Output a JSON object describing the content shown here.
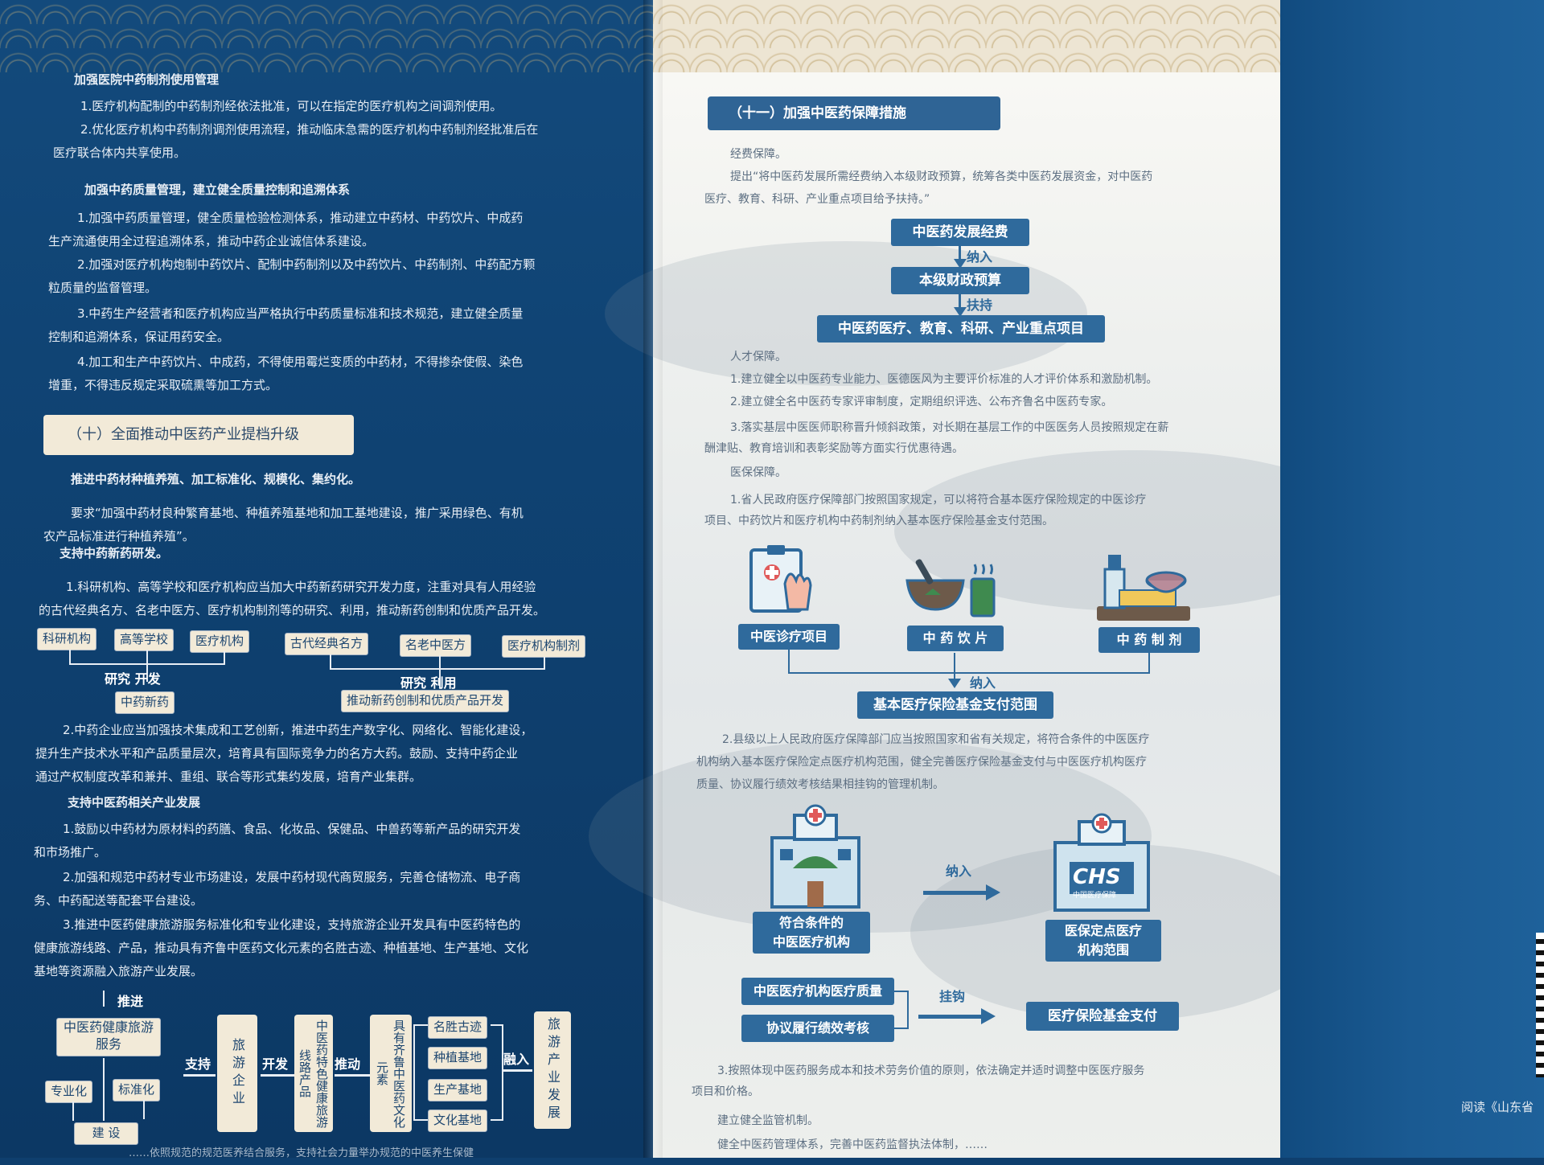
{
  "left": {
    "h_prep": "加强医院中药制剂使用管理",
    "prep_1": "1.医疗机构配制的中药制剂经依法批准，可以在指定的医疗机构之间调剂使用。",
    "prep_2a": "2.优化医疗机构中药制剂调剂使用流程，推动临床急需的医疗机构中药制剂经批准后在",
    "prep_2b": "医疗联合体内共享使用。",
    "h_quality": "加强中药质量管理，建立健全质量控制和追溯体系",
    "q_1a": "1.加强中药质量管理，健全质量检验检测体系，推动建立中药材、中药饮片、中成药",
    "q_1b": "生产流通使用全过程追溯体系，推动中药企业诚信体系建设。",
    "q_2a": "2.加强对医疗机构炮制中药饮片、配制中药制剂以及中药饮片、中药制剂、中药配方颗",
    "q_2b": "粒质量的监督管理。",
    "q_3a": "3.中药生产经营者和医疗机构应当严格执行中药质量标准和技术规范，建立健全质量",
    "q_3b": "控制和追溯体系，保证用药安全。",
    "q_4a": "4.加工和生产中药饮片、中成药，不得使用霉烂变质的中药材，不得掺杂使假、染色",
    "q_4b": "增重，不得违反规定采取硫熏等加工方式。",
    "banner": "（十）全面推动中医药产业提档升级",
    "h_cultivate": "推进中药材种植养殖、加工标准化、规模化、集约化。",
    "c_1a": "要求“加强中药材良种繁育基地、种植养殖基地和加工基地建设，推广采用绿色、有机",
    "c_1b": "农产品标准进行种植养殖”。",
    "h_newdrug": "支持中药新药研发。",
    "n_1a": "1.科研机构、高等学校和医疗机构应当加大中药新药研究开发力度，注重对具有人用经验",
    "n_1b": "的古代经典名方、名老中医方、医疗机构制剂等的研究、利用，推动新药创制和优质产品开发。",
    "d1_tags": [
      "科研机构",
      "高等学校",
      "医疗机构"
    ],
    "d1_label": "研究  开发",
    "d1_result": "中药新药",
    "d2_tags": [
      "古代经典名方",
      "名老中医方",
      "医疗机构制剂"
    ],
    "d2_label": "研究  利用",
    "d2_result": "推动新药创制和优质产品开发",
    "n_2a": "2.中药企业应当加强技术集成和工艺创新，推进中药生产数字化、网络化、智能化建设，",
    "n_2b": "提升生产技术水平和产品质量层次，培育具有国际竞争力的名方大药。鼓励、支持中药企业",
    "n_2c": "通过产权制度改革和兼并、重组、联合等形式集约发展，培育产业集群。",
    "h_industry": "支持中医药相关产业发展",
    "i_1a": "1.鼓励以中药材为原材料的药膳、食品、化妆品、保健品、中兽药等新产品的研究开发",
    "i_1b": "和市场推广。",
    "i_2a": "2.加强和规范中药材专业市场建设，发展中药材现代商贸服务，完善仓储物流、电子商",
    "i_2b": "务、中药配送等配套平台建设。",
    "i_3a": "3.推进中医药健康旅游服务标准化和专业化建设，支持旅游企业开发具有中医药特色的",
    "i_3b": "健康旅游线路、产品，推动具有齐鲁中医药文化元素的名胜古迹、种植基地、生产基地、文化",
    "i_3c": "基地等资源融入旅游产业发展。",
    "d3_push": "推进",
    "d3_service": "中医药健康旅游服务",
    "d3_pro": "专业化",
    "d3_std": "标准化",
    "d3_build": "建  设",
    "d3_support": "支持",
    "d3_enterprise": "旅游企业",
    "d3_develop": "开发",
    "d3_product": "中医药特色健康旅游线路产品",
    "d3_drive": "推动",
    "d3_culture": "具有齐鲁中医药文化元素",
    "d3_sites": [
      "名胜古迹",
      "种植基地",
      "生产基地",
      "文化基地"
    ],
    "d3_merge": "融入",
    "d3_final": "旅游产业发展",
    "bottom_cut": "……依照规范的规范医养结合服务，支持社会力量举办规范的中医养生保健"
  },
  "mid": {
    "banner": "（十一）加强中医药保障措施",
    "h_fund": "经费保障。",
    "f_1a": "提出“将中医药发展所需经费纳入本级财政预算，统筹各类中医药发展资金，对中医药",
    "f_1b": "医疗、教育、科研、产业重点项目给予扶持。”",
    "flow_1": "中医药发展经费",
    "flow_lbl1": "纳入",
    "flow_2": "本级财政预算",
    "flow_lbl2": "扶持",
    "flow_3": "中医药医疗、教育、科研、产业重点项目",
    "h_talent": "人才保障。",
    "t_1": "1.建立健全以中医药专业能力、医德医风为主要评价标准的人才评价体系和激励机制。",
    "t_2": "2.建立健全名中医药专家评审制度，定期组织评选、公布齐鲁名中医药专家。",
    "t_3a": "3.落实基层中医医师职称晋升倾斜政策，对长期在基层工作的中医医务人员按照规定在薪",
    "t_3b": "酬津贴、教育培训和表彰奖励等方面实行优惠待遇。",
    "h_insurance": "医保保障。",
    "ins_1a": "1.省人民政府医疗保障部门按照国家规定，可以将符合基本医疗保险规定的中医诊疗",
    "ins_1b": "项目、中药饮片和医疗机构中药制剂纳入基本医疗保险基金支付范围。",
    "ic_1": "中医诊疗项目",
    "ic_2": "中 药 饮 片",
    "ic_3": "中 药 制 剂",
    "ic_lbl": "纳入",
    "ic_result": "基本医疗保险基金支付范围",
    "ins_2a": "2.县级以上人民政府医疗保障部门应当按照国家和省有关规定，将符合条件的中医医疗",
    "ins_2b": "机构纳入基本医疗保险定点医疗机构范围，健全完善医疗保险基金支付与中医医疗机构医疗",
    "ins_2c": "质量、协议履行绩效考核结果相挂钩的管理机制。",
    "h1_label": "符合条件的\n中医医疗机构",
    "h_arrow": "纳入",
    "h2_label": "医保定点医疗\n机构范围",
    "chs": "CHS",
    "chs_sub": "中国医疗保障",
    "q_1": "中医医疗机构医疗质量",
    "q_2": "协议履行绩效考核",
    "q_lbl": "挂钩",
    "q_result": "医疗保险基金支付",
    "ins_3a": "3.按照体现中医药服务成本和技术劳务价值的原则，依法确定并适时调整中医医疗服务",
    "ins_3b": "项目和价格。",
    "h_supervise": "建立健全监管机制。",
    "s_1": "健全中医药管理体系，完善中医药监督执法体制，……"
  },
  "right": {
    "text": "阅读《山东省"
  },
  "colors": {
    "left_bg": "#0f4272",
    "mid_box": "#2f6a9c",
    "cream": "#f2ead8"
  }
}
